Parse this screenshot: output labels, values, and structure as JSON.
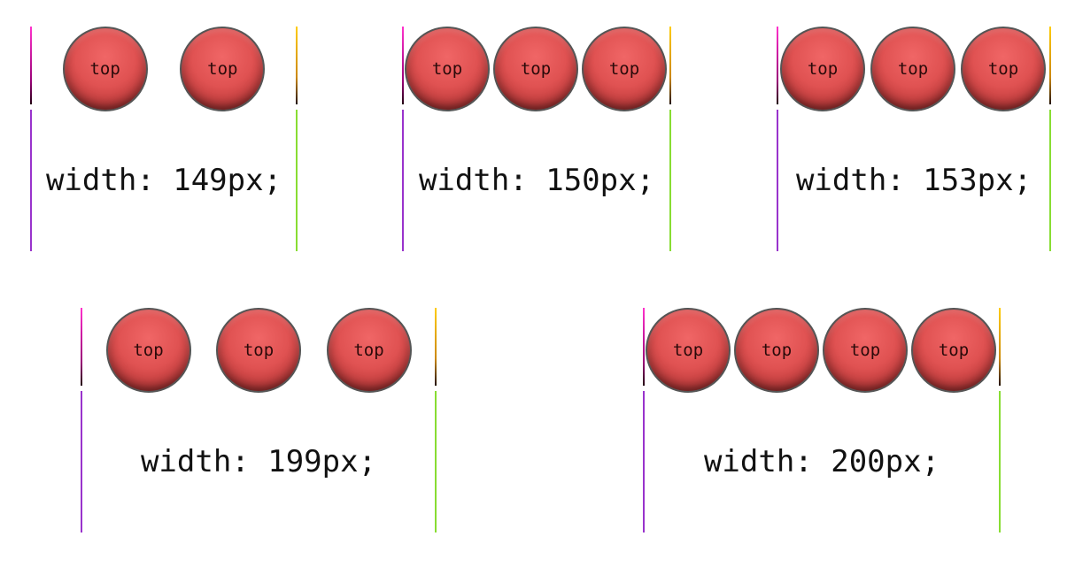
{
  "demos": [
    {
      "label": "width: 149px;",
      "buttons": [
        "top",
        "top"
      ]
    },
    {
      "label": "width: 150px;",
      "buttons": [
        "top",
        "top",
        "top"
      ]
    },
    {
      "label": "width: 153px;",
      "buttons": [
        "top",
        "top",
        "top"
      ]
    },
    {
      "label": "width: 199px;",
      "buttons": [
        "top",
        "top",
        "top"
      ]
    },
    {
      "label": "width: 200px;",
      "buttons": [
        "top",
        "top",
        "top",
        "top"
      ]
    }
  ]
}
